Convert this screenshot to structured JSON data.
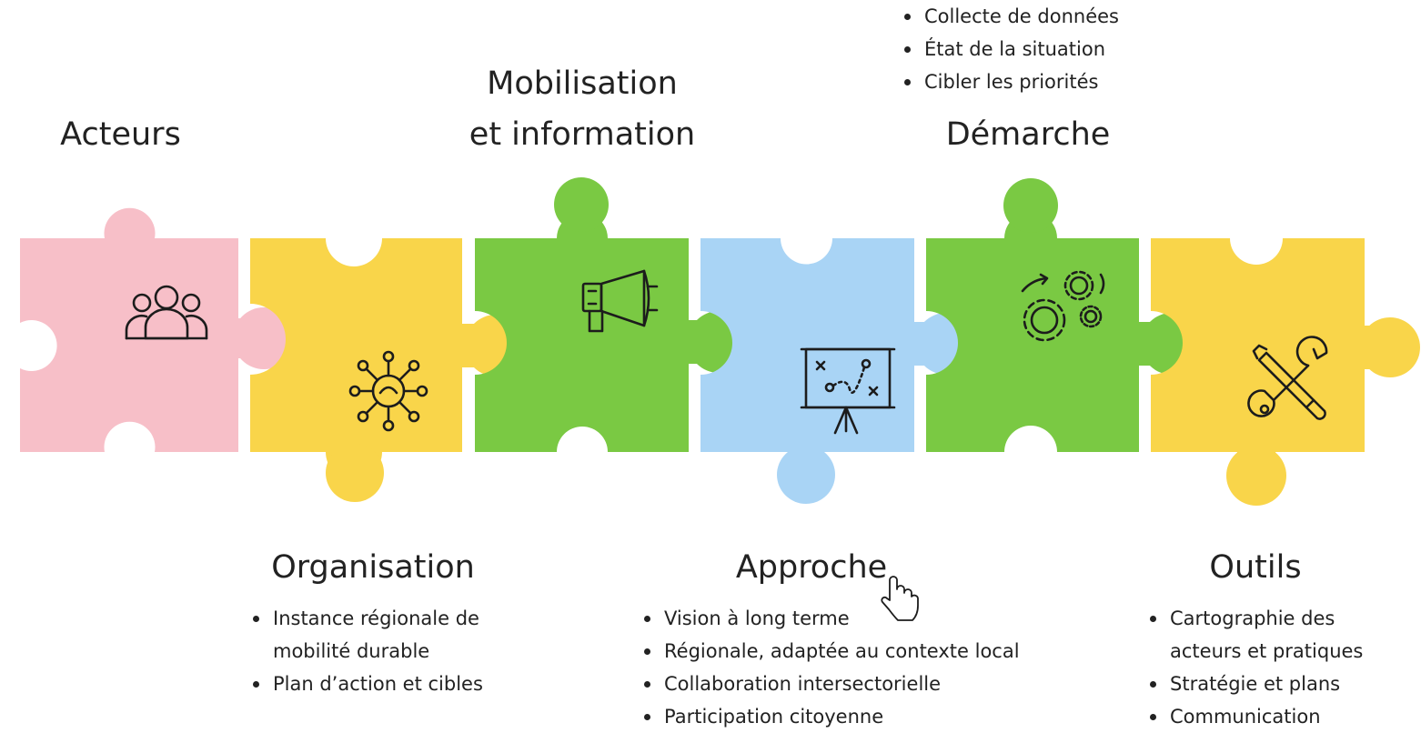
{
  "pieces": [
    {
      "id": "acteurs",
      "title": [
        "Acteurs"
      ],
      "color": "#f7bfc8",
      "icon": "people-group-icon",
      "bullets": []
    },
    {
      "id": "organisation",
      "title": [
        "Organisation"
      ],
      "color": "#f9d54a",
      "icon": "network-hub-icon",
      "bullets": [
        "Instance régionale de",
        "mobilité durable",
        "Plan d’action et cibles"
      ]
    },
    {
      "id": "mobilisation",
      "title": [
        "Mobilisation",
        "et information"
      ],
      "color": "#7ac943",
      "icon": "megaphone-icon",
      "bullets": []
    },
    {
      "id": "approche",
      "title": [
        "Approche"
      ],
      "color": "#a9d4f5",
      "icon": "strategy-board-icon",
      "bullets": [
        "Vision à long terme",
        "Régionale, adaptée au contexte local",
        "Collaboration intersectorielle",
        "Participation citoyenne"
      ]
    },
    {
      "id": "demarche",
      "title": [
        "Démarche"
      ],
      "color": "#7ac943",
      "icon": "gears-icon",
      "bullets": [
        "Collecte de données",
        "État de la situation",
        "Cibler les priorités"
      ]
    },
    {
      "id": "outils",
      "title": [
        "Outils"
      ],
      "color": "#f9d54a",
      "icon": "wrench-screwdriver-icon",
      "bullets": [
        "Cartographie des",
        "acteurs et pratiques",
        "Stratégie et plans",
        "Communication"
      ]
    }
  ],
  "cursor": "hand-pointer-icon"
}
